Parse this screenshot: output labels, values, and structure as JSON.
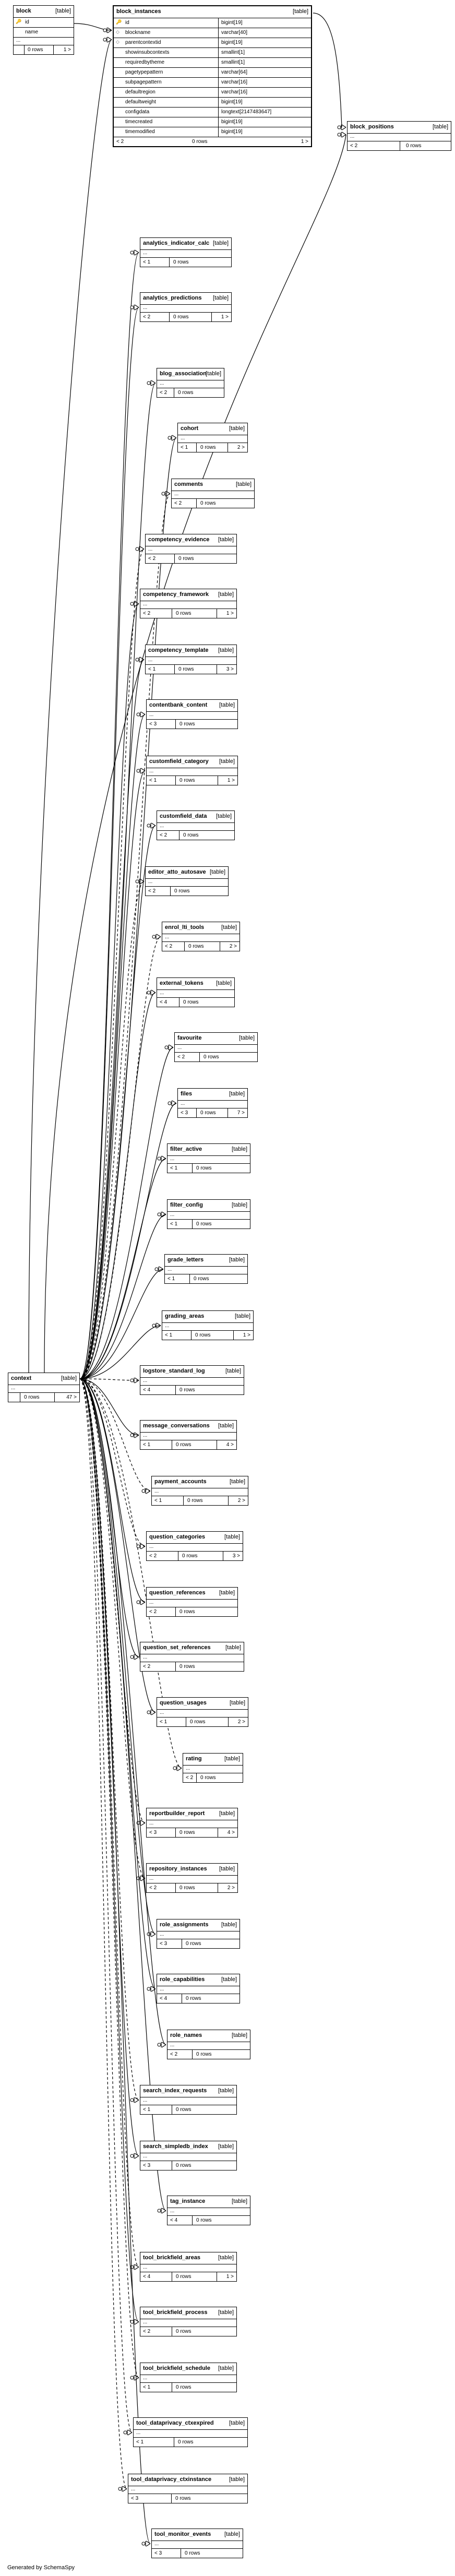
{
  "footer": "Generated by SchemaSpy",
  "type_label": "[table]",
  "block": {
    "name": "block",
    "columns": [
      {
        "name": "id",
        "key": "pk"
      },
      {
        "name": "name",
        "key": ""
      }
    ],
    "footer": {
      "left": "",
      "mid": "0 rows",
      "right": "1 >"
    }
  },
  "block_instances": {
    "name": "block_instances",
    "columns": [
      {
        "name": "id",
        "type": "bigint[19]",
        "key": "pk"
      },
      {
        "name": "blockname",
        "type": "varchar[40]",
        "key": "fk"
      },
      {
        "name": "parentcontextid",
        "type": "bigint[19]",
        "key": "fk"
      },
      {
        "name": "showinsubcontexts",
        "type": "smallint[1]",
        "key": ""
      },
      {
        "name": "requiredbytheme",
        "type": "smallint[1]",
        "key": ""
      },
      {
        "name": "pagetypepattern",
        "type": "varchar[64]",
        "key": ""
      },
      {
        "name": "subpagepattern",
        "type": "varchar[16]",
        "key": ""
      },
      {
        "name": "defaultregion",
        "type": "varchar[16]",
        "key": ""
      },
      {
        "name": "defaultweight",
        "type": "bigint[19]",
        "key": ""
      },
      {
        "name": "configdata",
        "type": "longtext[2147483647]",
        "key": ""
      },
      {
        "name": "timecreated",
        "type": "bigint[19]",
        "key": ""
      },
      {
        "name": "timemodified",
        "type": "bigint[19]",
        "key": ""
      }
    ],
    "footer": {
      "left": "< 2",
      "mid": "0 rows",
      "right": "1 >"
    }
  },
  "block_positions": {
    "name": "block_positions",
    "footer": {
      "left": "< 2",
      "mid": "0 rows",
      "right": ""
    }
  },
  "context": {
    "name": "context",
    "footer": {
      "left": "",
      "mid": "0 rows",
      "right": "47 >"
    }
  },
  "child_tables": [
    {
      "name": "analytics_indicator_calc",
      "left": "< 1",
      "mid": "0 rows",
      "right": ""
    },
    {
      "name": "analytics_predictions",
      "left": "< 2",
      "mid": "0 rows",
      "right": "1 >"
    },
    {
      "name": "blog_association",
      "left": "< 2",
      "mid": "0 rows",
      "right": ""
    },
    {
      "name": "cohort",
      "left": "< 1",
      "mid": "0 rows",
      "right": "2 >"
    },
    {
      "name": "comments",
      "left": "< 2",
      "mid": "0 rows",
      "right": ""
    },
    {
      "name": "competency_evidence",
      "left": "< 2",
      "mid": "0 rows",
      "right": ""
    },
    {
      "name": "competency_framework",
      "left": "< 2",
      "mid": "0 rows",
      "right": "1 >"
    },
    {
      "name": "competency_template",
      "left": "< 1",
      "mid": "0 rows",
      "right": "3 >"
    },
    {
      "name": "contentbank_content",
      "left": "< 3",
      "mid": "0 rows",
      "right": ""
    },
    {
      "name": "customfield_category",
      "left": "< 1",
      "mid": "0 rows",
      "right": "1 >"
    },
    {
      "name": "customfield_data",
      "left": "< 2",
      "mid": "0 rows",
      "right": ""
    },
    {
      "name": "editor_atto_autosave",
      "left": "< 2",
      "mid": "0 rows",
      "right": ""
    },
    {
      "name": "enrol_lti_tools",
      "left": "< 2",
      "mid": "0 rows",
      "right": "2 >"
    },
    {
      "name": "external_tokens",
      "left": "< 4",
      "mid": "0 rows",
      "right": ""
    },
    {
      "name": "favourite",
      "left": "< 2",
      "mid": "0 rows",
      "right": ""
    },
    {
      "name": "files",
      "left": "< 3",
      "mid": "0 rows",
      "right": "7 >"
    },
    {
      "name": "filter_active",
      "left": "< 1",
      "mid": "0 rows",
      "right": ""
    },
    {
      "name": "filter_config",
      "left": "< 1",
      "mid": "0 rows",
      "right": ""
    },
    {
      "name": "grade_letters",
      "left": "< 1",
      "mid": "0 rows",
      "right": ""
    },
    {
      "name": "grading_areas",
      "left": "< 1",
      "mid": "0 rows",
      "right": "1 >"
    },
    {
      "name": "logstore_standard_log",
      "left": "< 4",
      "mid": "0 rows",
      "right": ""
    },
    {
      "name": "message_conversations",
      "left": "< 1",
      "mid": "0 rows",
      "right": "4 >"
    },
    {
      "name": "payment_accounts",
      "left": "< 1",
      "mid": "0 rows",
      "right": "2 >"
    },
    {
      "name": "question_categories",
      "left": "< 2",
      "mid": "0 rows",
      "right": "3 >"
    },
    {
      "name": "question_references",
      "left": "< 2",
      "mid": "0 rows",
      "right": ""
    },
    {
      "name": "question_set_references",
      "left": "< 2",
      "mid": "0 rows",
      "right": ""
    },
    {
      "name": "question_usages",
      "left": "< 1",
      "mid": "0 rows",
      "right": "2 >"
    },
    {
      "name": "rating",
      "left": "< 2",
      "mid": "0 rows",
      "right": ""
    },
    {
      "name": "reportbuilder_report",
      "left": "< 3",
      "mid": "0 rows",
      "right": "4 >"
    },
    {
      "name": "repository_instances",
      "left": "< 2",
      "mid": "0 rows",
      "right": "2 >"
    },
    {
      "name": "role_assignments",
      "left": "< 3",
      "mid": "0 rows",
      "right": ""
    },
    {
      "name": "role_capabilities",
      "left": "< 4",
      "mid": "0 rows",
      "right": ""
    },
    {
      "name": "role_names",
      "left": "< 2",
      "mid": "0 rows",
      "right": ""
    },
    {
      "name": "search_index_requests",
      "left": "< 1",
      "mid": "0 rows",
      "right": ""
    },
    {
      "name": "search_simpledb_index",
      "left": "< 3",
      "mid": "0 rows",
      "right": ""
    },
    {
      "name": "tag_instance",
      "left": "< 4",
      "mid": "0 rows",
      "right": ""
    },
    {
      "name": "tool_brickfield_areas",
      "left": "< 4",
      "mid": "0 rows",
      "right": "1 >"
    },
    {
      "name": "tool_brickfield_process",
      "left": "< 2",
      "mid": "0 rows",
      "right": ""
    },
    {
      "name": "tool_brickfield_schedule",
      "left": "< 1",
      "mid": "0 rows",
      "right": ""
    },
    {
      "name": "tool_dataprivacy_ctxexpired",
      "left": "< 1",
      "mid": "0 rows",
      "right": ""
    },
    {
      "name": "tool_dataprivacy_ctxinstance",
      "left": "< 3",
      "mid": "0 rows",
      "right": ""
    },
    {
      "name": "tool_monitor_events",
      "left": "< 3",
      "mid": "0 rows",
      "right": ""
    }
  ],
  "ellipsis": "..."
}
